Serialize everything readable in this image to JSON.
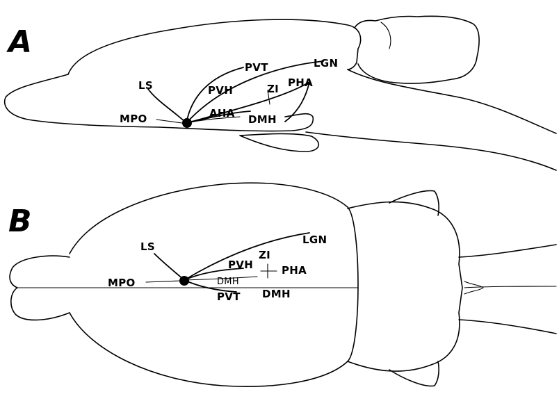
{
  "panels": [
    {
      "letter": "A",
      "labels": {
        "pvt": "PVT",
        "lgn": "LGN",
        "ls": "LS",
        "pvh": "PVH",
        "zi": "ZI",
        "pha": "PHA",
        "mpo": "MPO",
        "aha": "AHA",
        "dmh": "DMH"
      }
    },
    {
      "letter": "B",
      "labels": {
        "lgn": "LGN",
        "ls": "LS",
        "zi": "ZI",
        "pvh": "PVH",
        "pha": "PHA",
        "mpo": "MPO",
        "dmh_inner": "DMH",
        "pvt": "PVT",
        "dmh": "DMH"
      }
    }
  ]
}
